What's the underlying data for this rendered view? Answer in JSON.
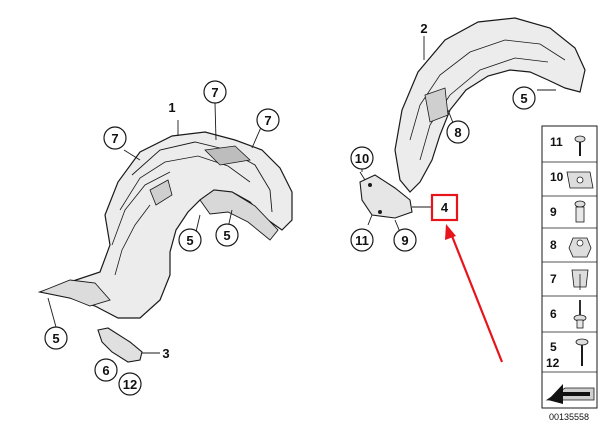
{
  "callouts": {
    "part_1": "1",
    "part_2": "2",
    "part_3": "3",
    "part_4": "4",
    "c7a": "7",
    "c7b": "7",
    "c7c": "7",
    "c5a": "5",
    "c5b": "5",
    "c5c": "5",
    "c5d": "5",
    "c8": "8",
    "c10": "10",
    "c11": "11",
    "c9": "9",
    "c6": "6",
    "c12": "12"
  },
  "legend": {
    "items": [
      "11",
      "10",
      "9",
      "8",
      "7",
      "6",
      "5",
      "12"
    ]
  },
  "diagram_code": "00135558",
  "colors": {
    "highlight": "#e8141b",
    "line": "#1a1a1a",
    "fill_light": "#e9e9e9",
    "fill_mid": "#cfcfcf"
  },
  "icons": {
    "highlight": "red-box-and-arrow",
    "legend_arrow": "direction-arrow-icon"
  }
}
